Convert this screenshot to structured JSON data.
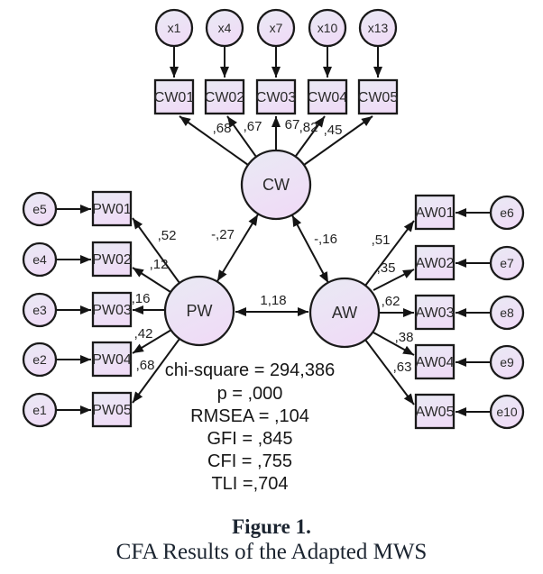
{
  "model": {
    "x_vars": [
      "x1",
      "x4",
      "x7",
      "x10",
      "x13"
    ],
    "cw_indicators": [
      "CW01",
      "CW02",
      "CW03",
      "CW04",
      "CW05"
    ],
    "cw_loadings": [
      ",68",
      ",67",
      "67",
      ",82",
      ",45"
    ],
    "factor_cw": "CW",
    "factor_pw": "PW",
    "factor_aw": "AW",
    "pw_errors": [
      "e5",
      "e4",
      "e3",
      "e2",
      "e1"
    ],
    "pw_indicators": [
      "PW01",
      "PW02",
      "PW03",
      "PW04",
      "PW05"
    ],
    "pw_loadings": [
      ",52",
      ",12",
      ",16",
      ",42",
      ",68"
    ],
    "aw_indicators": [
      "AW01",
      "AW02",
      "AW03",
      "AW04",
      "AW05"
    ],
    "aw_errors": [
      "e6",
      "e7",
      "e8",
      "e9",
      "e10"
    ],
    "aw_loadings": [
      ",51",
      ",35",
      ",62",
      ",38",
      ",63"
    ],
    "cov_cw_pw": "-,27",
    "cov_cw_aw": "-,16",
    "cov_pw_aw": "1,18"
  },
  "fit": {
    "lines": [
      "chi-square = 294,386",
      "p = ,000",
      "RMSEA = ,104",
      "GFI = ,845",
      "CFI = ,755",
      "TLI =,704"
    ]
  },
  "caption": {
    "title": "Figure 1.",
    "subtitle": "CFA Results of the Adapted MWS"
  },
  "colors": {
    "node_fill_top": "#e9eaf4",
    "node_fill_bottom": "#efdcf6",
    "node_stroke": "#1a1a1a",
    "caption_color": "#1b2430"
  }
}
